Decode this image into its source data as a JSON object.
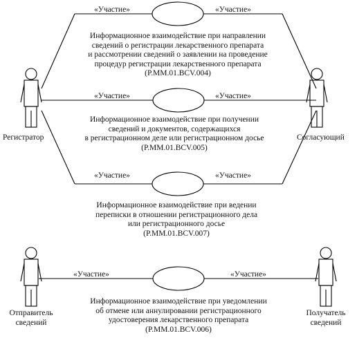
{
  "participation_label": "«Участие»",
  "actors": {
    "registrar": "Регистратор",
    "approver": "Согласующий",
    "sender": [
      "Отправитель",
      "сведений"
    ],
    "receiver": [
      "Получатель",
      "сведений"
    ]
  },
  "use_cases": [
    {
      "lines": [
        "Информационное взаимодействие при направлении",
        "сведений о регистрации лекарственного препарата",
        "и рассмотрении сведений о заявлении на проведение",
        "процедур регистрации лекарственного препарата",
        "(P.MM.01.BCV.004)"
      ]
    },
    {
      "lines": [
        "Информационное взаимодействие при получении",
        "сведений и документов, содержащихся",
        "в регистрационном деле или регистрационном досье",
        "(P.MM.01.BCV.005)"
      ]
    },
    {
      "lines": [
        "Информационное взаимодействие при ведении",
        "переписки в отношении регистрационного дела",
        "или регистрационного досье",
        "(P.MM.01.BCV.007)"
      ]
    },
    {
      "lines": [
        "Информационное взаимодействие при уведомлении",
        "об отмене или аннулировании регистрационного",
        "удостоверения лекарственного препарата",
        "(P.MM.01.BCV.006)"
      ]
    }
  ]
}
